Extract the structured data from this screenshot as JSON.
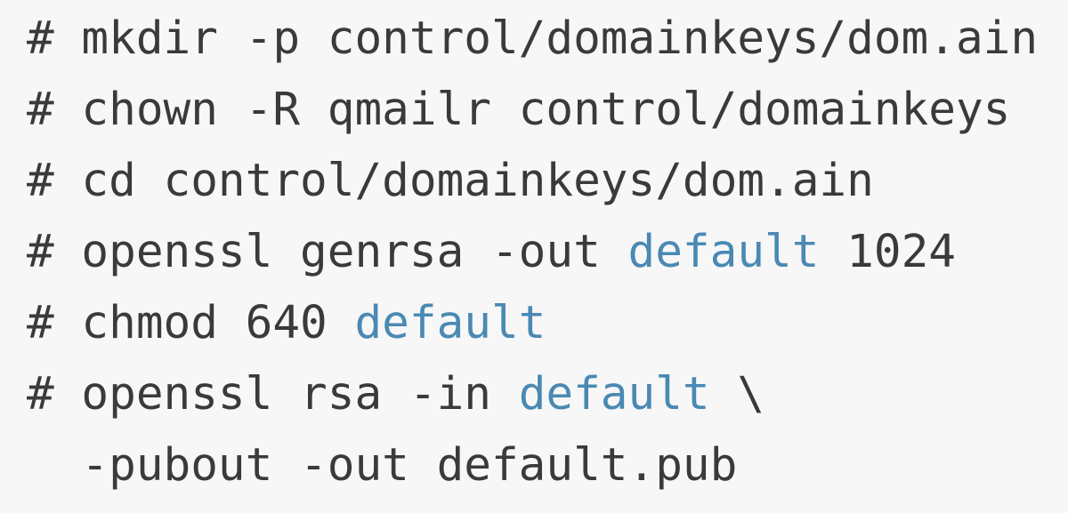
{
  "page": {
    "background_color": "#f7f7f7"
  },
  "code": {
    "language": "shell",
    "text_color": "#3a3a3a",
    "highlight_color": "#4a89b3",
    "lines": [
      {
        "segments": [
          {
            "text": "# mkdir -p control/domainkeys/dom.ain",
            "type": "plain"
          }
        ]
      },
      {
        "segments": [
          {
            "text": "# chown -R qmailr control/domainkeys",
            "type": "plain"
          }
        ]
      },
      {
        "segments": [
          {
            "text": "# cd control/domainkeys/dom.ain",
            "type": "plain"
          }
        ]
      },
      {
        "segments": [
          {
            "text": "# openssl genrsa -out ",
            "type": "plain"
          },
          {
            "text": "default",
            "type": "highlight"
          },
          {
            "text": " 1024",
            "type": "plain"
          }
        ]
      },
      {
        "segments": [
          {
            "text": "# chmod 640 ",
            "type": "plain"
          },
          {
            "text": "default",
            "type": "highlight"
          }
        ]
      },
      {
        "segments": [
          {
            "text": "# openssl rsa -in ",
            "type": "plain"
          },
          {
            "text": "default",
            "type": "highlight"
          },
          {
            "text": " \\",
            "type": "plain"
          }
        ]
      },
      {
        "segments": [
          {
            "text": "  -pubout -out default.pub",
            "type": "plain"
          }
        ]
      }
    ]
  }
}
